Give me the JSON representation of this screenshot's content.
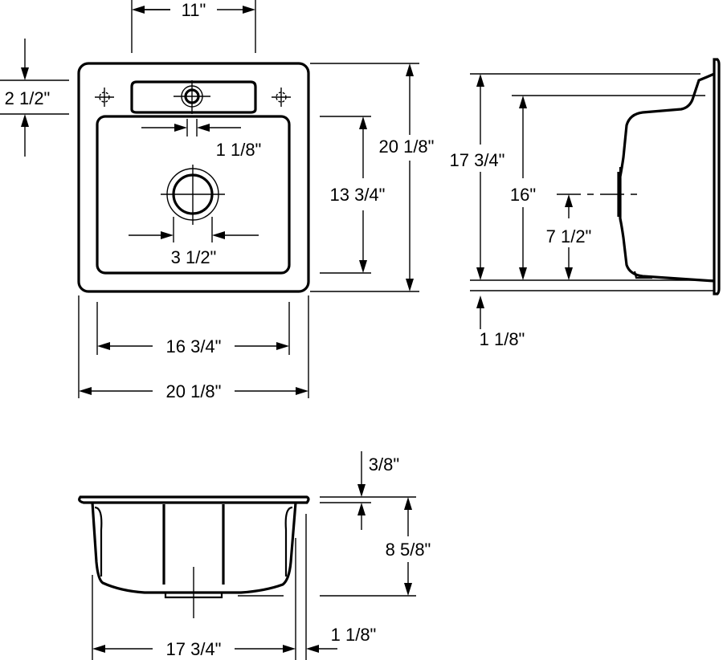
{
  "top_view": {
    "faucet_spacing": "11\"",
    "ledge_depth": "2 1/2\"",
    "faucet_hole": "1 1/8\"",
    "drain_diameter": "3 1/2\"",
    "bowl_length": "13 3/4\"",
    "overall_length": "20 1/8\"",
    "bowl_width": "16 3/4\"",
    "overall_width": "20 1/8\""
  },
  "side_view": {
    "length_overall": "17 3/4\"",
    "depth_16": "16\"",
    "drain_height": "7 1/2\"",
    "flange": "1 1/8\""
  },
  "front_view": {
    "rim_thickness": "3/8\"",
    "bowl_depth": "8 5/8\"",
    "bottom_width": "17 3/4\"",
    "offset": "1 1/8\""
  }
}
